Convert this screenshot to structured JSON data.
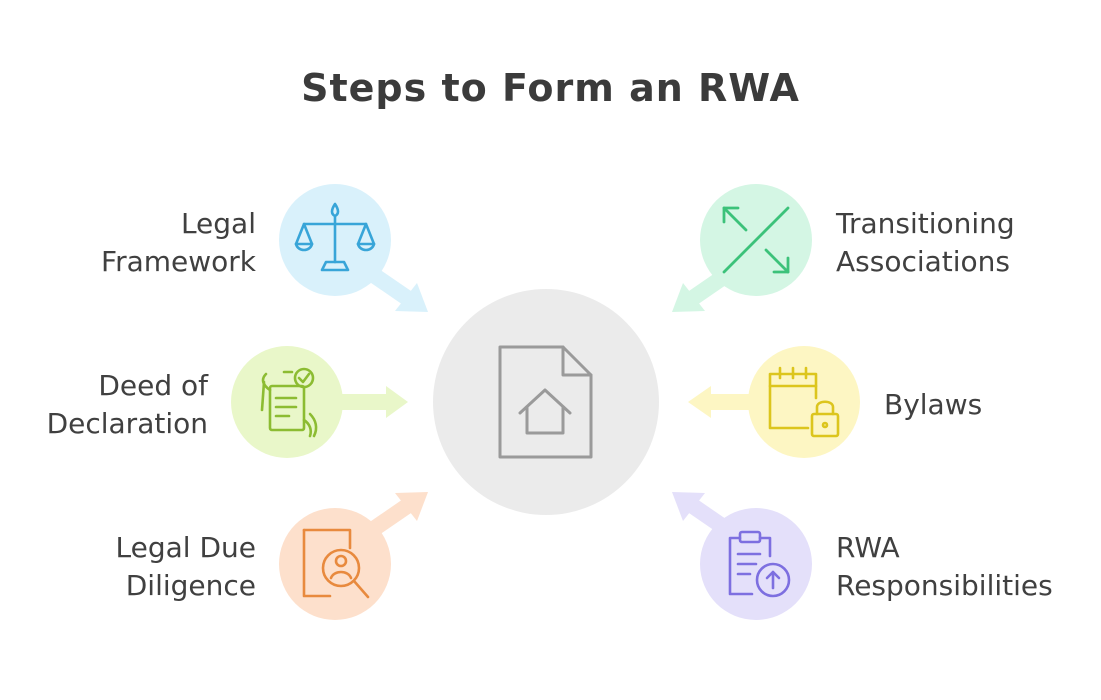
{
  "title": "Steps to Form an RWA",
  "center": {
    "icon": "document-home-icon"
  },
  "steps": [
    {
      "id": "legal-framework",
      "side": "left",
      "label_lines": [
        "Legal",
        "Framework"
      ],
      "icon": "scales-icon",
      "circle_color": "#d9f1fb",
      "icon_color": "#38a5d8",
      "arrow_color": "#d9f1fb"
    },
    {
      "id": "deed-of-declaration",
      "side": "left",
      "label_lines": [
        "Deed of",
        "Declaration"
      ],
      "icon": "signed-document-icon",
      "circle_color": "#e9f7c9",
      "icon_color": "#8cbc32",
      "arrow_color": "#e9f7c9"
    },
    {
      "id": "legal-due-diligence",
      "side": "left",
      "label_lines": [
        "Legal Due",
        "Diligence"
      ],
      "icon": "document-search-icon",
      "circle_color": "#fde0cc",
      "icon_color": "#e88a3e",
      "arrow_color": "#fde0cc"
    },
    {
      "id": "transitioning-associations",
      "side": "right",
      "label_lines": [
        "Transitioning",
        "Associations"
      ],
      "icon": "expand-arrows-icon",
      "circle_color": "#d4f6e4",
      "icon_color": "#3cc27a",
      "arrow_color": "#d4f6e4"
    },
    {
      "id": "bylaws",
      "side": "right",
      "label_lines": [
        "Bylaws"
      ],
      "icon": "calendar-lock-icon",
      "circle_color": "#fdf6c3",
      "icon_color": "#dcc51d",
      "arrow_color": "#fdf6c3"
    },
    {
      "id": "rwa-responsibilities",
      "side": "right",
      "label_lines": [
        "RWA",
        "Responsibilities"
      ],
      "icon": "clipboard-upload-icon",
      "circle_color": "#e4e0fa",
      "icon_color": "#7d6fe0",
      "arrow_color": "#e4e0fa"
    }
  ]
}
